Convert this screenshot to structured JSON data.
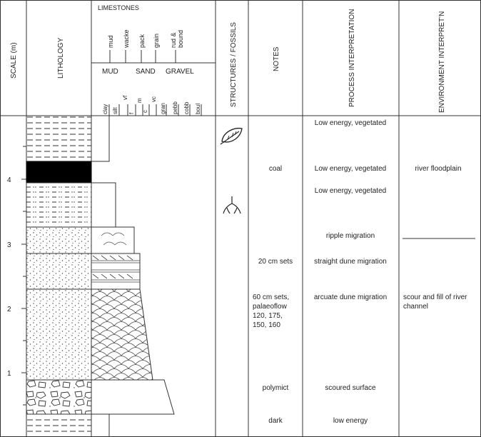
{
  "headers": {
    "scale": "SCALE (m)",
    "lithology": "LITHOLOGY",
    "limestones": "LIMESTONES",
    "limestone_classes": [
      "mud",
      "wacke",
      "pack",
      "grain",
      "rud & bound"
    ],
    "size_groups": [
      "MUD",
      "SAND",
      "GRAVEL"
    ],
    "grain_sizes": [
      "clay",
      "silt",
      "vf",
      "f",
      "m",
      "c",
      "vc",
      "gran",
      "pebb",
      "cobb",
      "boul"
    ],
    "structures": "STRUCTURES / FOSSILS",
    "notes": "NOTES",
    "process": "PROCESS INTERPRETATION",
    "environment": "ENVIRONMENT INTERPRET'N"
  },
  "scale_ticks": [
    "1",
    "2",
    "3",
    "4"
  ],
  "structures": [
    "leaf-fossil-icon",
    "root-trace-icon"
  ],
  "rows": [
    {
      "note": "",
      "process": "Low energy, vegetated",
      "environment": ""
    },
    {
      "note": "coal",
      "process": "Low energy, vegetated",
      "environment": "river floodplain"
    },
    {
      "note": "",
      "process": "Low energy, vegetated",
      "environment": ""
    },
    {
      "note": "",
      "process": "ripple migration",
      "environment": ""
    },
    {
      "note": "20 cm sets",
      "process": "straight dune migration",
      "environment": ""
    },
    {
      "note": "60 cm sets,\npalaeoflow\n120, 175,\n150, 160",
      "process": "arcuate dune migration",
      "environment": "scour and fill of river\nchannel"
    },
    {
      "note": "polymict",
      "process": "scoured surface",
      "environment": ""
    },
    {
      "note": "dark",
      "process": "low energy",
      "environment": ""
    }
  ],
  "colors": {
    "line": "#333333",
    "coal": "#000000",
    "fill": "#ffffff"
  }
}
